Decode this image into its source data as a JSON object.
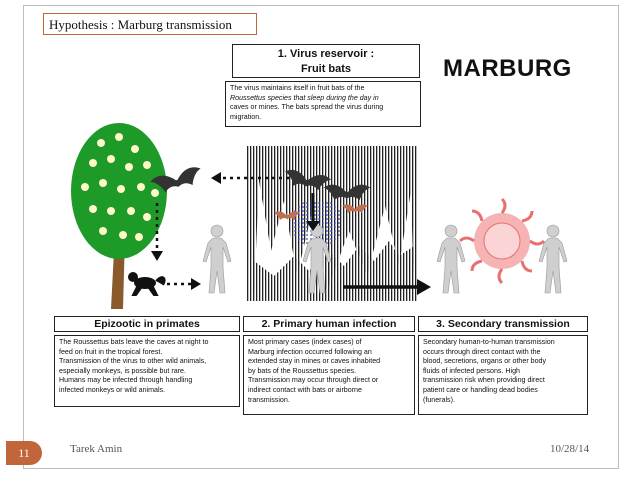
{
  "slide": {
    "title": "Hypothesis : Marburg transmission",
    "page_number": "11",
    "author": "Tarek Amin",
    "date": "10/28/14"
  },
  "diagram": {
    "main_heading": "MARBURG",
    "reservoir": {
      "title_line1": "1. Virus reservoir :",
      "title_line2": "Fruit bats",
      "text_lines": [
        "The virus maintains itself in fruit bats of the",
        "Roussettus species that sleep during the day in",
        "caves or mines. The bats spread the virus during",
        "migration."
      ]
    },
    "epizootic": {
      "title": "Epizootic in primates",
      "text_lines": [
        "The Roussettus bats leave the caves at night to",
        "feed on fruit in the tropical forest.",
        "Transmission of the virus to other wild animals,",
        "especially monkeys, is possible but rare.",
        "Humans may be infected through handling",
        "infected monkeys or wild animals."
      ]
    },
    "primary": {
      "title": "2. Primary human infection",
      "text_lines": [
        "Most primary cases (index cases) of",
        "Marburg infection occurred following an",
        "extended stay in mines or caves inhabited",
        "by bats of the Roussettus species.",
        "Transmission may occur through direct or",
        "indirect contact with bats or airborne",
        "transmission."
      ]
    },
    "secondary": {
      "title": "3. Secondary transmission",
      "text_lines": [
        "Secondary human-to-human transmission",
        "occurs through direct contact with the",
        "blood, secretions, organs or other body",
        "fluids of infected persons. High",
        "transmission risk when providing direct",
        "patient care or handling dead bodies",
        "(funerals)."
      ]
    },
    "colors": {
      "accent": "#c0663a",
      "tree_green": "#1d9a28",
      "virus_pink": "#f08080",
      "dots_blue": "#3b4fc8"
    }
  }
}
